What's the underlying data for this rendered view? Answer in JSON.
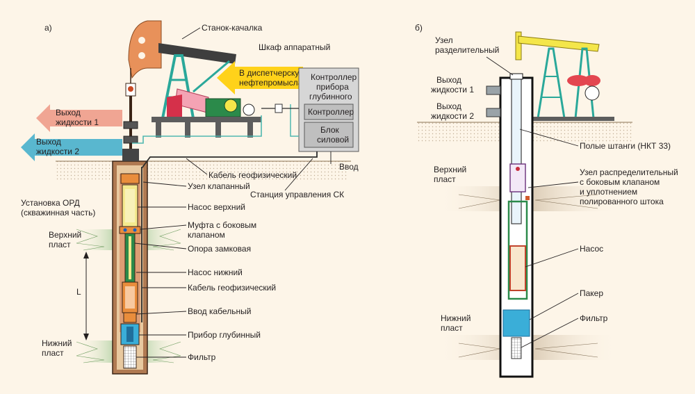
{
  "panels": {
    "a": "а)",
    "b": "б)"
  },
  "left": {
    "pumpjack": "Станок-качалка",
    "cabinet": "Шкаф аппаратный",
    "dispatch": [
      "В диспетчерскую",
      "нефтепромысла"
    ],
    "controller_gauge": [
      "Контроллер",
      "прибора",
      "глубинного"
    ],
    "controller": "Контроллер",
    "power_block": [
      "Блок",
      "силовой"
    ],
    "input": "Ввод",
    "outlet1": [
      "Выход",
      "жидкости 1"
    ],
    "outlet2": [
      "Выход",
      "жидкости 2"
    ],
    "geocable_top": "Кабель геофизический",
    "control_station": "Станция управления СК",
    "installation": [
      "Установка ОРД",
      "(скважинная часть)"
    ],
    "upper_layer": [
      "Верхний",
      "пласт"
    ],
    "lower_layer": [
      "Нижний",
      "пласт"
    ],
    "length": "L",
    "parts": {
      "valve_node": "Узел клапанный",
      "pump_upper": "Насос верхний",
      "coupling": [
        "Муфта с боковым",
        "клапаном"
      ],
      "lock_support": "Опора замковая",
      "pump_lower": "Насос нижний",
      "geocable": "Кабель геофизический",
      "cable_entry": "Ввод кабельный",
      "gauge": "Прибор глубинный",
      "filter": "Фильтр"
    }
  },
  "right": {
    "separator": [
      "Узел",
      "разделительный"
    ],
    "outlet1": [
      "Выход",
      "жидкости 1"
    ],
    "outlet2": [
      "Выход",
      "жидкости 2"
    ],
    "hollow_rods": "Полые штанги (НКТ 33)",
    "upper_layer": [
      "Верхний",
      "пласт"
    ],
    "distributor": [
      "Узел распределительный",
      "с боковым клапаном",
      "и уплотнением",
      "полированного штока"
    ],
    "pump": "Насос",
    "packer": "Пакер",
    "lower_layer": [
      "Нижний",
      "пласт"
    ],
    "filter": "Фильтр"
  },
  "colors": {
    "background": "#fdf5e8",
    "pumpjack_frame": "#2aa89a",
    "pumpjack_head": "#e8915a",
    "pumpjack_b": "#f4e64a",
    "dispatch_arrow": "#ffd21a",
    "outlet1_arrow": "#f0a593",
    "outlet2_arrow": "#59b7cf",
    "casing": "#6b3e1f",
    "tubing_orange": "#e98d3c",
    "pump_yellow": "#f4e98e",
    "gauge_blue": "#3aaed8",
    "cable_teal": "#4fb8b0",
    "layer_green": "#8cc08a"
  }
}
